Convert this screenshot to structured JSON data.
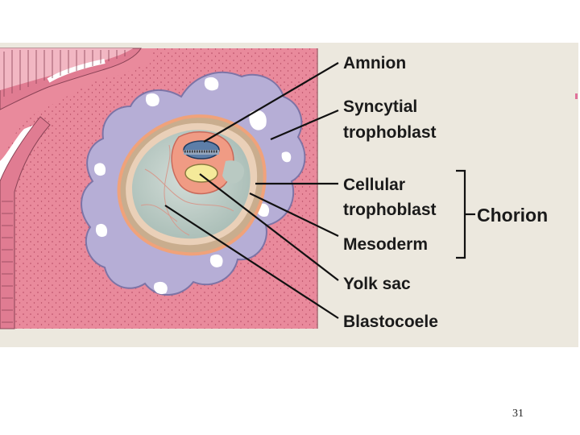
{
  "labels": {
    "amnion": "Amnion",
    "syncytial_line1": "Syncytial",
    "syncytial_line2": "trophoblast",
    "cellular_line1": "Cellular",
    "cellular_line2": "trophoblast",
    "mesoderm": "Mesoderm",
    "yolk_sac": "Yolk sac",
    "blastocoele": "Blastocoele",
    "chorion": "Chorion"
  },
  "page_number": "31",
  "colors": {
    "panel_background": "#ece8de",
    "endometrium": "#e98a9c",
    "epithelium": "#e07c92",
    "syncytial_trophoblast": "#b6aed6",
    "blastocoele": "#c3d2cc",
    "mesoderm": "#c9ad8e",
    "yolk_sac": "#f5ea9a"
  }
}
